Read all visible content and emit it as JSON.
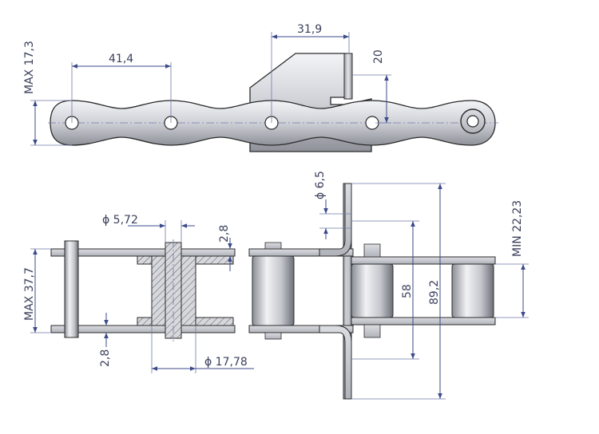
{
  "dimensions": {
    "max_height_top": "MAX 17,3",
    "pitch": "41,4",
    "attachment_width": "31,9",
    "attachment_slot": "20",
    "attachment_hole": "ϕ 6,5",
    "pin_diameter": "ϕ 5,72",
    "plate_thickness_top": "2,8",
    "plate_thickness_bottom": "2,8",
    "min_gap": "MIN 22,23",
    "max_width": "MAX 37,7",
    "inner_width": "58",
    "overall_width": "89,2",
    "roller_diameter": "ϕ 17,78"
  },
  "colors": {
    "steel_light": "#e9eaee",
    "steel_mid": "#bfc2c9",
    "steel_dark": "#7d8089",
    "dimension": "#3c4a8a"
  }
}
